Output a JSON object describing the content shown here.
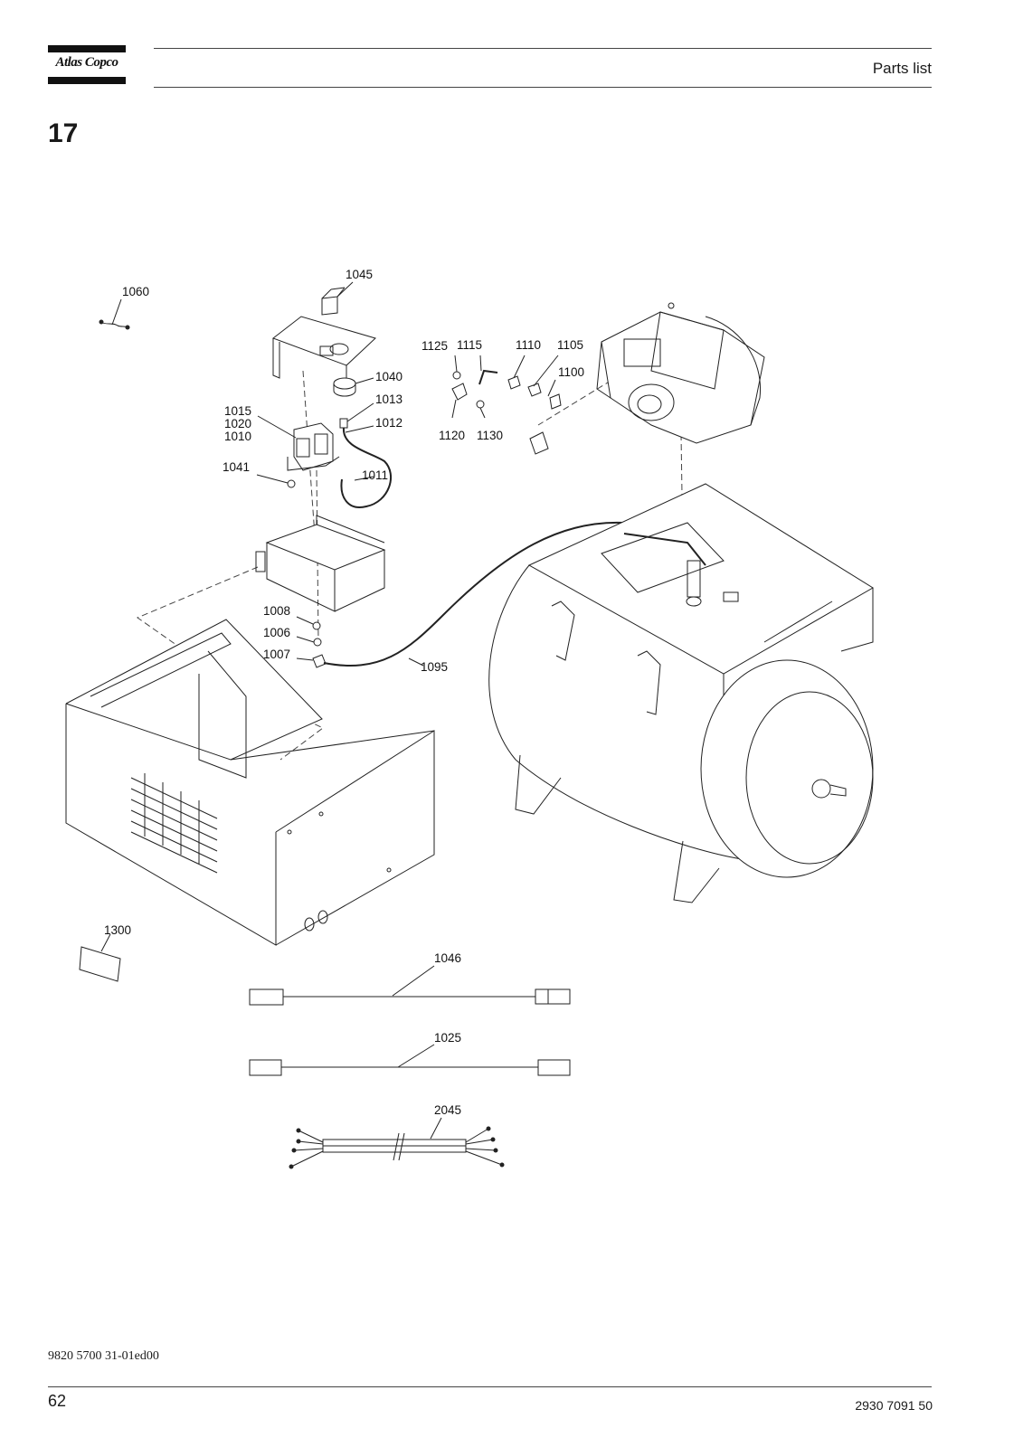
{
  "header": {
    "brand": "Atlas Copco",
    "title": "Parts list"
  },
  "section": {
    "number": "17"
  },
  "callouts": {
    "c1060": "1060",
    "c1045": "1045",
    "c1040": "1040",
    "c1013": "1013",
    "c1012": "1012",
    "c1015": "1015",
    "c1020": "1020",
    "c1010": "1010",
    "c1041": "1041",
    "c1011": "1011",
    "c1125": "1125",
    "c1115": "1115",
    "c1110": "1110",
    "c1105": "1105",
    "c1100": "1100",
    "c1120": "1120",
    "c1130": "1130",
    "c1008": "1008",
    "c1006": "1006",
    "c1007": "1007",
    "c1095": "1095",
    "c1300": "1300",
    "c1046": "1046",
    "c1025": "1025",
    "c2045": "2045"
  },
  "footer": {
    "document_code": "9820 5700 31-01ed00",
    "page_number": "62",
    "part_number": "2930 7091 50"
  }
}
